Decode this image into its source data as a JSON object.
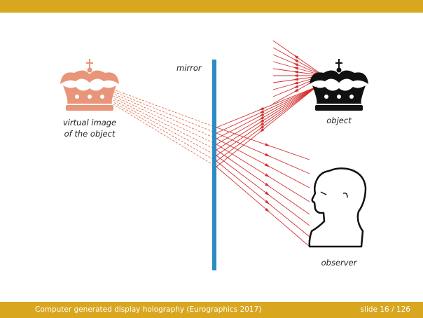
{
  "slide": {
    "accent_color": "#d9a61f",
    "footer_title": "Computer generated display holography (Eurographics 2017)",
    "slide_counter": "slide 16 / 126"
  },
  "diagram": {
    "mirror_label": "mirror",
    "virtual_label_line1": "virtual image",
    "virtual_label_line2": "of the object",
    "object_label": "object",
    "observer_label": "observer",
    "colors": {
      "mirror": "#2b8cc4",
      "rays": "#d63030",
      "virtual_rays": "#e07050",
      "virtual_crown": "#e8957a",
      "object_crown": "#111111",
      "observer": "#111111"
    },
    "icons": [
      "crown-icon",
      "crown-icon",
      "observer-silhouette-icon"
    ]
  }
}
